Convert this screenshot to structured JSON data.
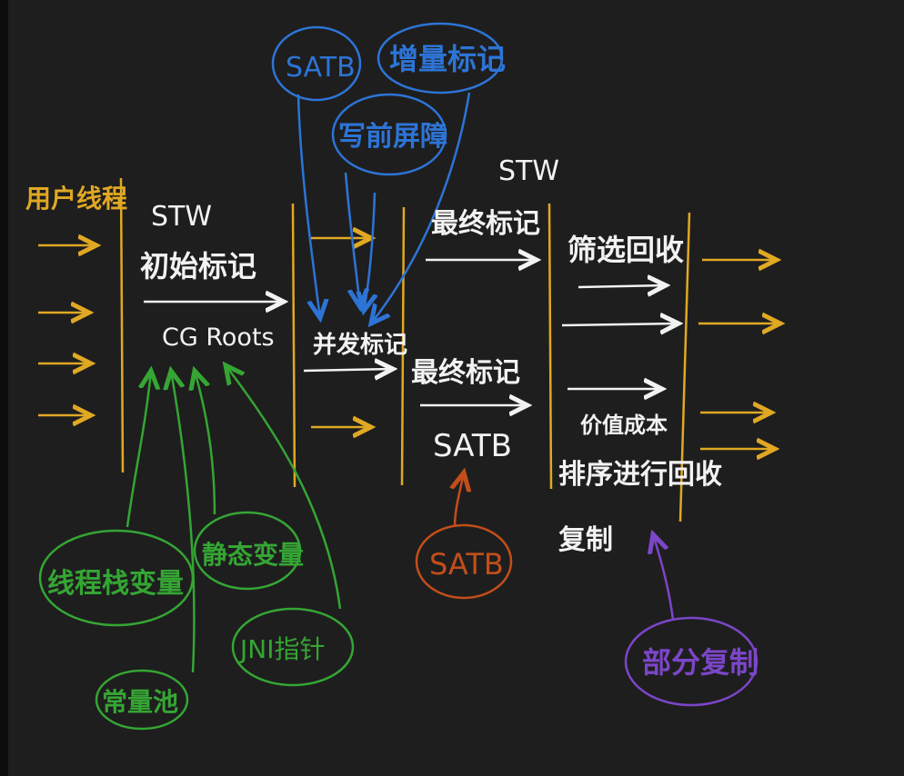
{
  "colors": {
    "background": "#1e1e1e",
    "user_thread": "#e0a823",
    "write_barrier": "#2d74d6",
    "gc_roots": "#35a534",
    "satb_final": "#c24e1a",
    "partial_copy": "#7b46c8",
    "text": "#f2f2f2"
  },
  "user_thread_label": "用户线程",
  "phases": {
    "initial_mark": {
      "stw": "STW",
      "title": "初始标记",
      "subtitle": "CG Roots"
    },
    "concurrent_mark": {
      "title": "并发标记"
    },
    "final_mark": {
      "stw": "STW",
      "title_top": "最终标记",
      "title_bottom": "最终标记",
      "subtitle": "SATB"
    },
    "cleanup": {
      "title": "筛选回收",
      "note": "价值成本",
      "note2": "排序进行回收",
      "note3": "复制"
    }
  },
  "write_barrier_bubbles": {
    "satb": "SATB",
    "incremental_update": "增量标记",
    "barrier": "写前屏障"
  },
  "gc_root_bubbles": {
    "thread_stack": "线程栈变量",
    "static_vars": "静态变量",
    "jni": "JNI指针",
    "constant_pool": "常量池"
  },
  "satb_bubble": "SATB",
  "partial_copy_bubble": "部分复制"
}
